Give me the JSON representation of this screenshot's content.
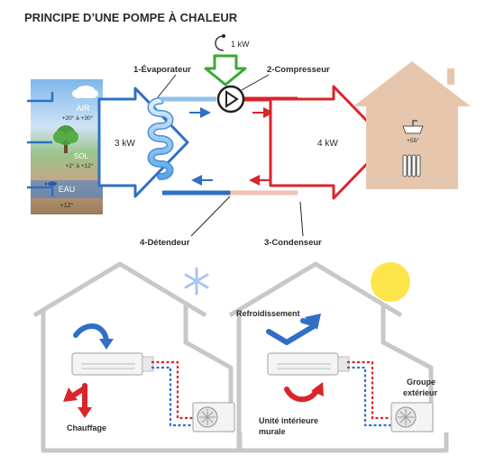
{
  "title": "PRINCIPE D’UNE POMPE À CHALEUR",
  "cycle": {
    "input_power": "1 kW",
    "absorbed": "3 kW",
    "delivered": "4 kW",
    "components": {
      "evaporator": "1-Évaporateur",
      "compressor": "2-Compresseur",
      "condenser": "3-Condenseur",
      "expander": "4-Détendeur"
    }
  },
  "sources": {
    "air_label": "AIR",
    "air_range": "+20° à +30°",
    "ground_label": "SOL",
    "ground_range": "+2° à +12°",
    "water_label": "EAU",
    "water_temp": "+12°"
  },
  "house": {
    "water_temp": "+55°"
  },
  "modes": {
    "heating_label": "Chauffage",
    "cooling_label": "Refroidissement",
    "indoor_unit_label_1": "Unité intérieure",
    "indoor_unit_label_2": "murale",
    "outdoor_unit_label_1": "Groupe",
    "outdoor_unit_label_2": "extérieur"
  },
  "colors": {
    "hot": "#d9252b",
    "cold": "#2f6fc6",
    "arrow_green": "#3aa935",
    "house_fill": "#e6c7ad",
    "sun": "#ffe54c",
    "snow": "#a9c6ef"
  }
}
